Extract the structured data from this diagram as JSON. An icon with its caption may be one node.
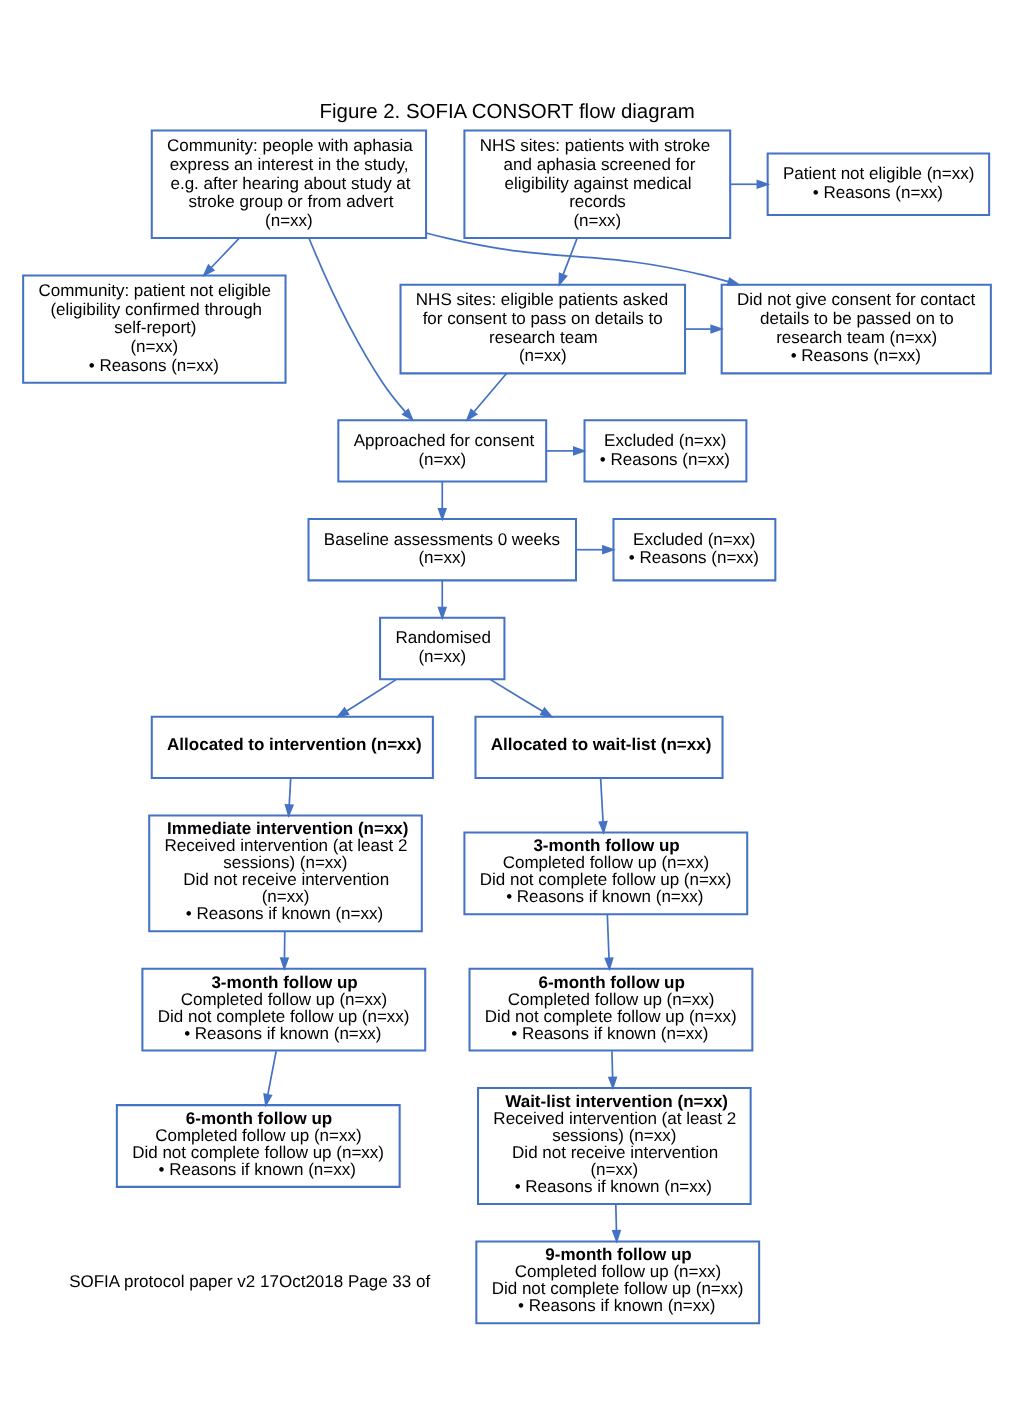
{
  "diagram": {
    "title": "Figure 2. SOFIA CONSORT flow diagram",
    "nodes": [
      {
        "text": [
          "Community: people with aphasia express an interest in the study, e.g. after hearing about study at stroke group or from advert",
          "(n=xx)"
        ]
      },
      {
        "text": [
          "NHS sites: patients with stroke and aphasia screened for eligibility against medical records",
          "(n=xx)"
        ]
      },
      {
        "text": [
          "Patient not eligible (n=xx)",
          "• Reasons (n=xx)"
        ]
      },
      {
        "text": [
          "NHS sites: eligible patients asked for consent to pass on details to research team",
          "(n=xx)"
        ]
      },
      {
        "text": [
          "Community: patient not eligible (eligibility confirmed through self-report)",
          "(n=xx)",
          "• Reasons (n=xx)"
        ]
      },
      {
        "text": [
          "Did not give consent for contact details to be passed on to research team (n=xx)",
          "• Reasons (n=xx)"
        ]
      },
      {
        "text": [
          "Approached for consent",
          "(n=xx)"
        ]
      },
      {
        "text": [
          "Excluded (n=xx)",
          "• Reasons (n=xx)"
        ]
      },
      {
        "text": [
          "Baseline assessments 0 weeks (n=xx)"
        ]
      },
      {
        "text": [
          "Excluded (n=xx)",
          "• Reasons (n=xx)"
        ]
      },
      {
        "text": [
          "Randomised",
          "(n=xx)"
        ]
      },
      {
        "text": [
          "Allocated to intervention (n=xx)"
        ]
      },
      {
        "text": [
          "Allocated to wait-list (n=xx)"
        ]
      },
      {
        "text": [
          "Immediate intervention (n=xx)",
          "Received intervention (at least 2 sessions) (n=xx)",
          "Did not receive intervention (n=xx)",
          "• Reasons if known (n=xx)"
        ]
      },
      {
        "text": [
          "3-month follow up",
          "Completed follow up (n=xx)",
          "Did not complete follow up (n=xx)",
          "• Reasons if known (n=xx)"
        ]
      },
      {
        "text": [
          "6-month follow up",
          "Completed follow up (n=xx)",
          "Did not complete follow up (n=xx)",
          "• Reasons if known (n=xx)"
        ]
      },
      {
        "text": [
          "3-month follow up",
          "Completed follow up (n=xx)",
          "Did not complete follow up (n=xx)",
          "• Reasons if known (n=xx)"
        ]
      },
      {
        "text": [
          "6-month follow up",
          "Completed follow up (n=xx)",
          "Did not complete follow up (n=xx)",
          "• Reasons if known (n=xx)"
        ]
      },
      {
        "text": [
          "Wait-list intervention (n=xx)",
          "Received intervention (at least 2 sessions) (n=xx)",
          "Did not receive intervention (n=xx)",
          "• Reasons if known (n=xx)"
        ]
      },
      {
        "text": [
          "9-month follow up",
          "Completed follow up (n=xx)",
          "Did not complete follow up (n=xx)",
          "• Reasons if known (n=xx)"
        ]
      }
    ],
    "edges": [
      {
        "from": 1,
        "to": 3,
        "arrow": "to"
      },
      {
        "from": 1,
        "to": 2,
        "arrow": "to"
      },
      {
        "from": 0,
        "to": 4,
        "arrow": "to"
      },
      {
        "from": 0,
        "to": 6,
        "arrow": "to"
      },
      {
        "from": 3,
        "to": 6,
        "arrow": "to"
      },
      {
        "from": 0,
        "to": 5,
        "arrow": "to"
      },
      {
        "from": 3,
        "to": 5,
        "arrow": "to"
      },
      {
        "from": 6,
        "to": 8,
        "arrow": "to"
      },
      {
        "from": 6,
        "to": 7,
        "arrow": "to"
      },
      {
        "from": 8,
        "to": 10,
        "arrow": "to"
      },
      {
        "from": 8,
        "to": 9,
        "arrow": "to"
      },
      {
        "from": 10,
        "to": 11,
        "arrow": "to"
      },
      {
        "from": 10,
        "to": 12,
        "arrow": "to"
      },
      {
        "from": 11,
        "to": 13,
        "arrow": "to"
      },
      {
        "from": 13,
        "to": 14,
        "arrow": "to"
      },
      {
        "from": 14,
        "to": 15,
        "arrow": "to"
      },
      {
        "from": 12,
        "to": 16,
        "arrow": "to"
      },
      {
        "from": 16,
        "to": 17,
        "arrow": "to"
      },
      {
        "from": 17,
        "to": 18,
        "arrow": "to"
      },
      {
        "from": 18,
        "to": 19,
        "arrow": "to"
      }
    ],
    "labels": [
      "SOFIA protocol paper v2 17Oct2018 Page 33 of"
    ]
  }
}
